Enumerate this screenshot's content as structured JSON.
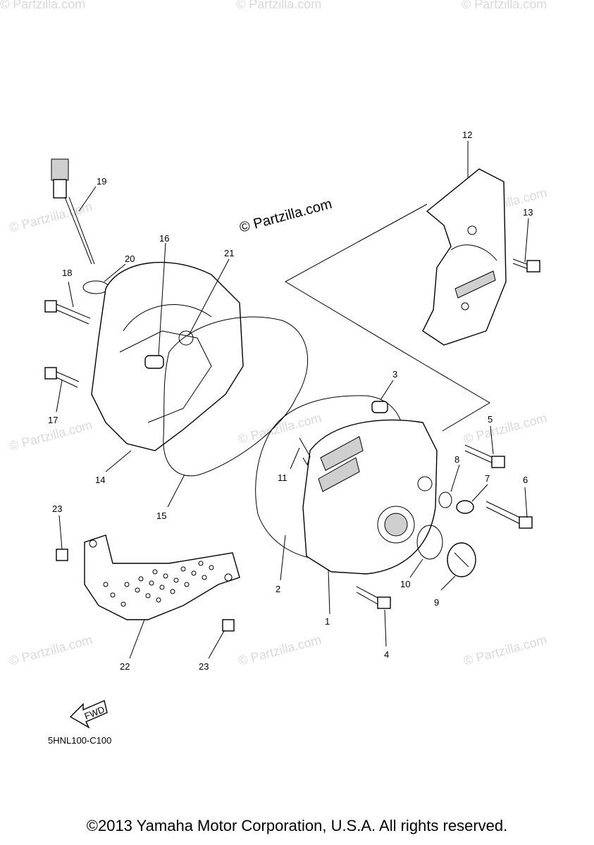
{
  "watermark": {
    "main": "© Partzilla.com",
    "faint": "© Partzilla.com"
  },
  "callouts": [
    "1",
    "2",
    "3",
    "4",
    "5",
    "6",
    "7",
    "8",
    "9",
    "10",
    "11",
    "12",
    "13",
    "14",
    "15",
    "16",
    "17",
    "18",
    "19",
    "20",
    "21",
    "22",
    "23",
    "23"
  ],
  "fwd_label": "FWD",
  "diagram_code": "5HNL100-C100",
  "copyright": "©2013 Yamaha Motor Corporation, U.S.A. All rights reserved."
}
